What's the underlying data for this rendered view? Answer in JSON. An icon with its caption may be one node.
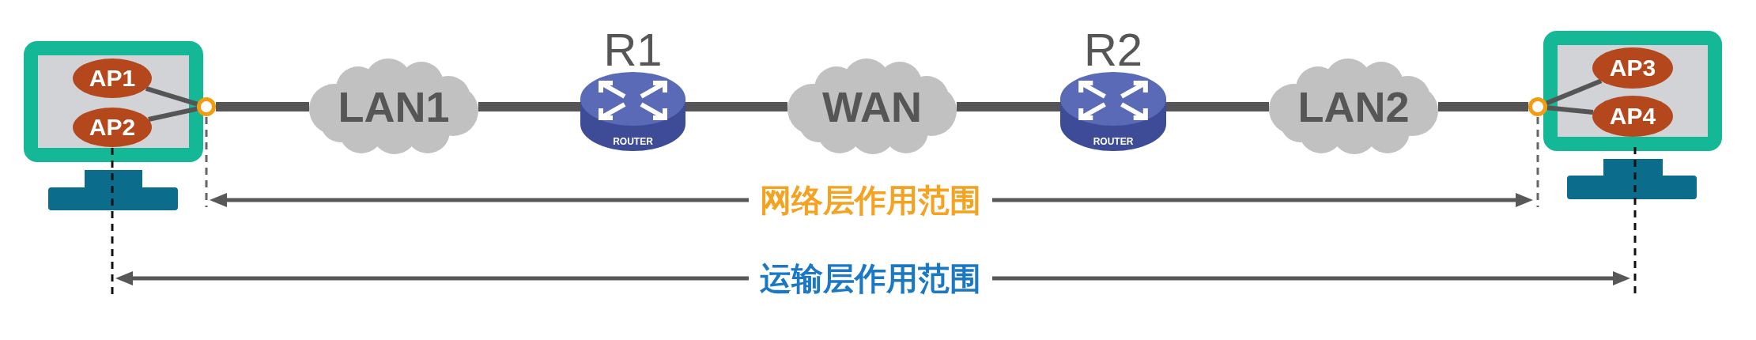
{
  "diagram": {
    "nodes": [
      {
        "text": [],
        "shape": "picture"
      },
      {
        "text": [
          "AP1"
        ],
        "in": 0
      },
      {
        "text": [
          "AP2"
        ],
        "in": 0
      },
      {
        "text": [],
        "shape": "circle"
      },
      {
        "text": [
          "LAN1"
        ]
      },
      {
        "text": [
          "R1",
          "ROUTER"
        ]
      },
      {
        "text": [
          "WAN"
        ]
      },
      {
        "text": [
          "R2",
          "ROUTER"
        ]
      },
      {
        "text": [
          "LAN2"
        ]
      },
      {
        "text": [],
        "shape": "circle"
      },
      {
        "text": [],
        "shape": "picture"
      },
      {
        "text": [
          "AP3"
        ],
        "in": 10
      },
      {
        "text": [
          "AP4"
        ],
        "in": 10
      }
    ],
    "edges": [
      {
        "from": 1,
        "to": 3,
        "arrow": "none"
      },
      {
        "from": 2,
        "to": 3,
        "arrow": "none"
      },
      {
        "from": 3,
        "to": 4,
        "arrow": "none"
      },
      {
        "from": 4,
        "to": 5,
        "arrow": "none"
      },
      {
        "from": 5,
        "to": 6,
        "arrow": "none"
      },
      {
        "from": 6,
        "to": 7,
        "arrow": "none"
      },
      {
        "from": 7,
        "to": 8,
        "arrow": "none"
      },
      {
        "from": 8,
        "to": 9,
        "arrow": "none"
      },
      {
        "from": 9,
        "to": 11,
        "arrow": "none"
      },
      {
        "from": 9,
        "to": 12,
        "arrow": "none"
      }
    ],
    "labels": [
      "网络层作用范围",
      "运输层作用范围"
    ]
  }
}
